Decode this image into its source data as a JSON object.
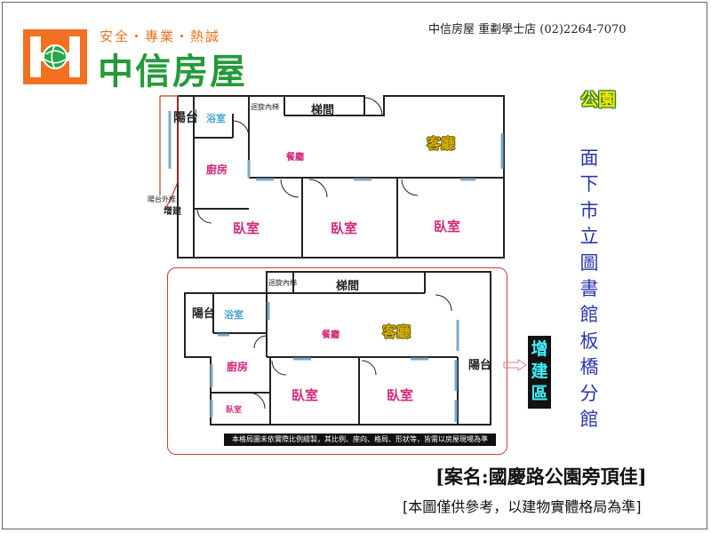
{
  "header": {
    "slogan": "安全・專業・熱誠",
    "brand": "中信房屋",
    "store_info": "中信房屋 重劃學士店 (02)2264-7070"
  },
  "map_labels": {
    "park": "公園",
    "library": "面下市立圖書館板橋分館",
    "addition_area": "增建區"
  },
  "plan_top": {
    "balcony": "陽台",
    "bathroom": "浴室",
    "stair_hall": "梯間",
    "spiral_stair": "迴旋內梯",
    "living_room": "客廳",
    "dining_room": "餐廳",
    "kitchen": "廚房",
    "bedroom_1": "臥室",
    "bedroom_2": "臥室",
    "bedroom_3": "臥室",
    "balcony_outer": "陽台外推",
    "addition": "增建"
  },
  "plan_bottom": {
    "spiral_stair": "迴旋內梯",
    "stair_hall": "梯間",
    "balcony_left": "陽台",
    "bathroom": "浴室",
    "dining_room": "餐廳",
    "living_room": "客廳",
    "kitchen": "廚房",
    "bedroom_1": "臥室",
    "bedroom_2": "臥室",
    "bedroom_small": "臥室",
    "balcony_right": "陽台",
    "note": "本格局圖未依實際比例繪製，其比例、座向、格局、形狀等，皆需以房屋現場為準"
  },
  "footer": {
    "case_title": "[案名:國慶路公園旁頂佳]",
    "disclaimer": "[本圖僅供參考，以建物實體格局為準]"
  },
  "colors": {
    "brand_orange": "#f36f21",
    "brand_green": "#239b3a",
    "room_label": "#d6267a",
    "living_label": "#d4b000",
    "library_blue": "#2d35b0",
    "addition_cyan": "#3ff0ff",
    "frame_red": "#d33a3a"
  },
  "icons": {
    "logo": "house-logo-icon",
    "arrow": "right-arrow-icon"
  }
}
